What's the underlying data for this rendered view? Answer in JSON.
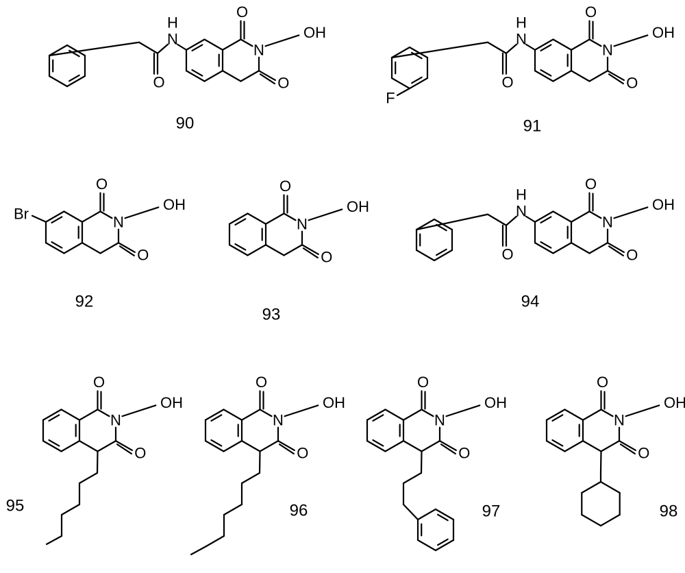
{
  "colors": {
    "ink": "#000000",
    "background": "#ffffff"
  },
  "labels": {
    "O": "O",
    "N": "N",
    "H": "H",
    "OH": "OH",
    "F": "F",
    "Br": "Br"
  },
  "compounds": [
    {
      "id": "90"
    },
    {
      "id": "91"
    },
    {
      "id": "92"
    },
    {
      "id": "93"
    },
    {
      "id": "94"
    },
    {
      "id": "95"
    },
    {
      "id": "96"
    },
    {
      "id": "97"
    },
    {
      "id": "98"
    }
  ]
}
